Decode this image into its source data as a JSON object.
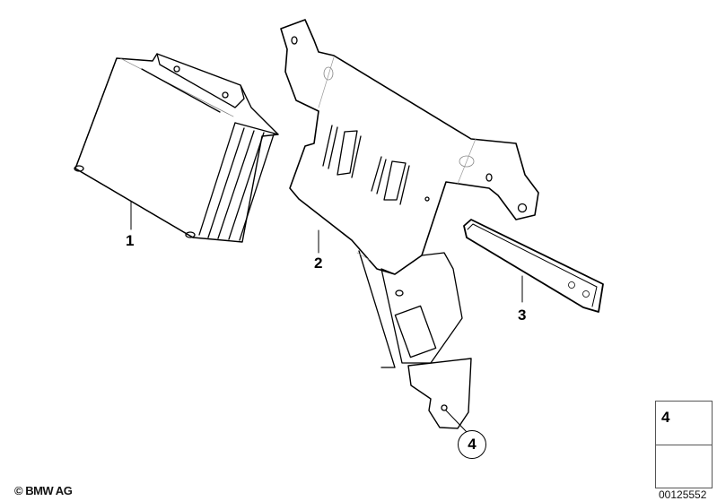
{
  "diagram": {
    "type": "parts-exploded-view",
    "callouts": [
      {
        "number": "1",
        "part": "control-unit"
      },
      {
        "number": "2",
        "part": "mounting-bracket"
      },
      {
        "number": "3",
        "part": "strap"
      },
      {
        "number": "4",
        "part": "bolt",
        "circled": true
      }
    ]
  },
  "legend": {
    "item_number": "4",
    "item_icon": "hex-bolt-icon",
    "arrow_icon": "arrow-icon"
  },
  "footer": {
    "copyright": "© BMW AG",
    "image_id": "00125552"
  }
}
